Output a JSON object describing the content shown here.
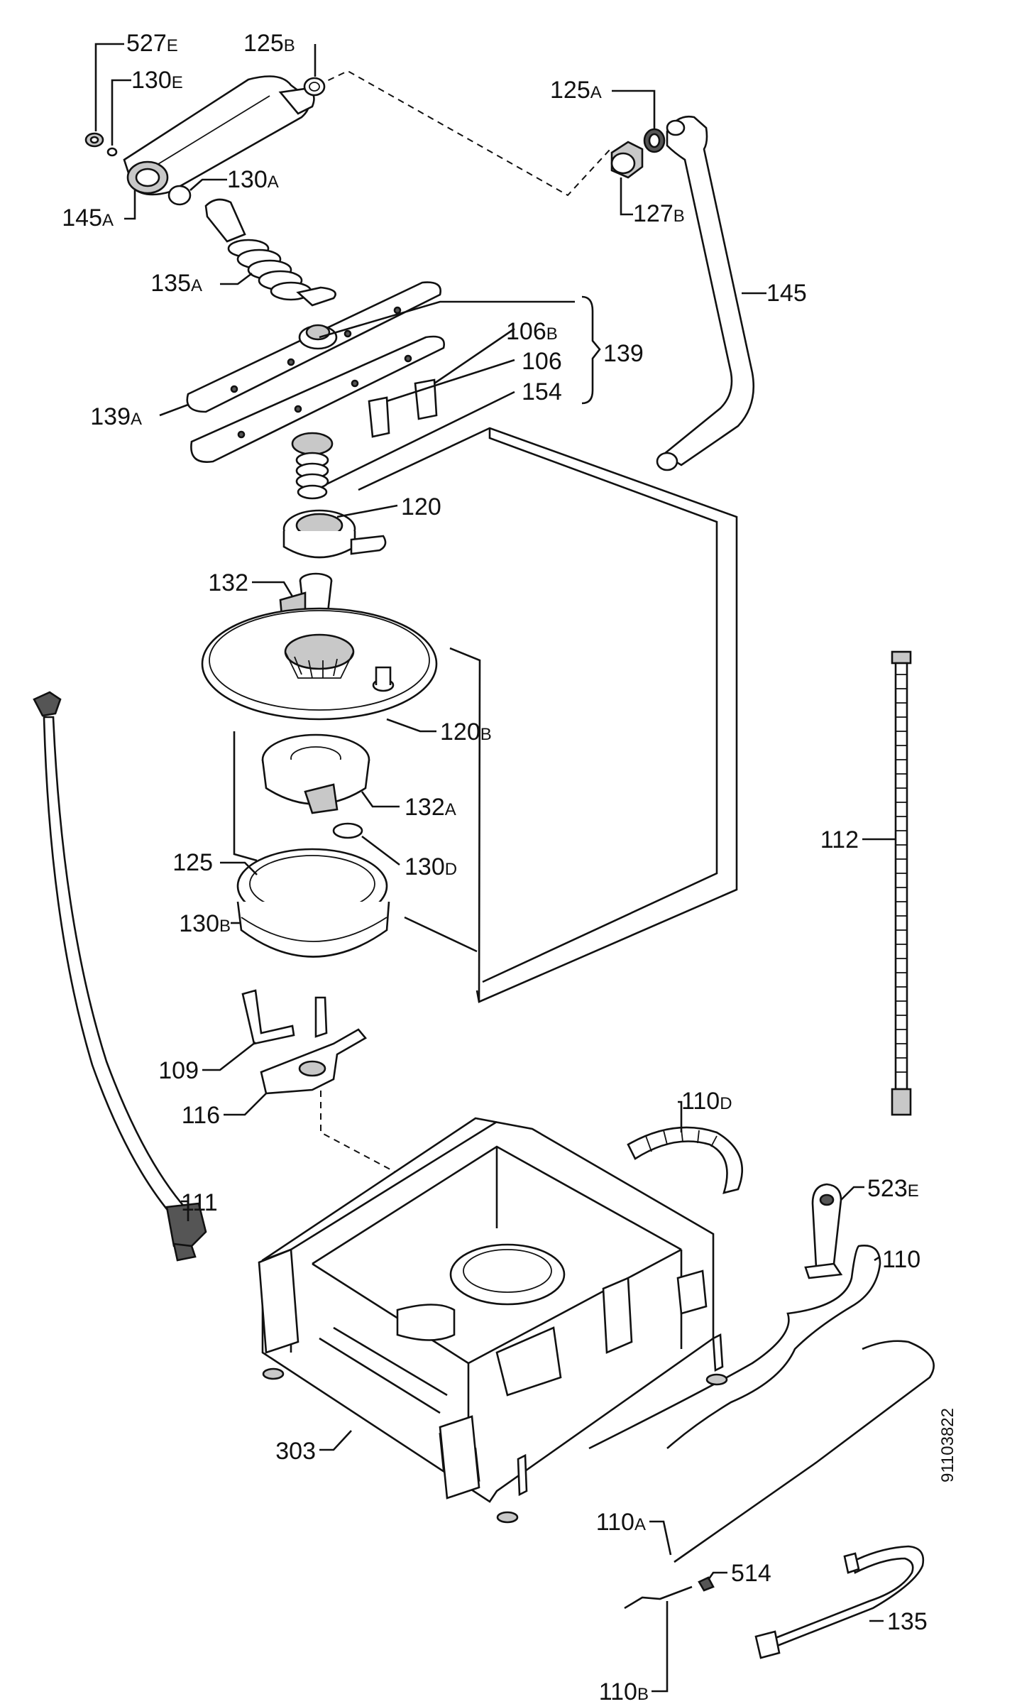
{
  "doc_id": "91103822",
  "labels": [
    {
      "id": "l527e",
      "num": "527",
      "suf": "E"
    },
    {
      "id": "l125b",
      "num": "125",
      "suf": "B"
    },
    {
      "id": "l130e",
      "num": "130",
      "suf": "E"
    },
    {
      "id": "l130a",
      "num": "130",
      "suf": "A"
    },
    {
      "id": "l145a",
      "num": "145",
      "suf": "A"
    },
    {
      "id": "l135a",
      "num": "135",
      "suf": "A"
    },
    {
      "id": "l125a",
      "num": "125",
      "suf": "A"
    },
    {
      "id": "l127b",
      "num": "127",
      "suf": "B"
    },
    {
      "id": "l145",
      "num": "145",
      "suf": ""
    },
    {
      "id": "l106b",
      "num": "106",
      "suf": "B"
    },
    {
      "id": "l106",
      "num": "106",
      "suf": ""
    },
    {
      "id": "l154",
      "num": "154",
      "suf": ""
    },
    {
      "id": "l139",
      "num": "139",
      "suf": ""
    },
    {
      "id": "l139a",
      "num": "139",
      "suf": "A"
    },
    {
      "id": "l120",
      "num": "120",
      "suf": ""
    },
    {
      "id": "l132",
      "num": "132",
      "suf": ""
    },
    {
      "id": "l120b",
      "num": "120",
      "suf": "B"
    },
    {
      "id": "l132a",
      "num": "132",
      "suf": "A"
    },
    {
      "id": "l130d",
      "num": "130",
      "suf": "D"
    },
    {
      "id": "l125",
      "num": "125",
      "suf": ""
    },
    {
      "id": "l130b",
      "num": "130",
      "suf": "B"
    },
    {
      "id": "l112",
      "num": "112",
      "suf": ""
    },
    {
      "id": "l109",
      "num": "109",
      "suf": ""
    },
    {
      "id": "l116",
      "num": "116",
      "suf": ""
    },
    {
      "id": "l110d",
      "num": "110",
      "suf": "D"
    },
    {
      "id": "l111",
      "num": "111",
      "suf": ""
    },
    {
      "id": "l523e",
      "num": "523",
      "suf": "E"
    },
    {
      "id": "l110",
      "num": "110",
      "suf": ""
    },
    {
      "id": "l303",
      "num": "303",
      "suf": ""
    },
    {
      "id": "l110a",
      "num": "110",
      "suf": "A"
    },
    {
      "id": "l514",
      "num": "514",
      "suf": ""
    },
    {
      "id": "l135",
      "num": "135",
      "suf": ""
    },
    {
      "id": "l110b",
      "num": "110",
      "suf": "B"
    }
  ]
}
